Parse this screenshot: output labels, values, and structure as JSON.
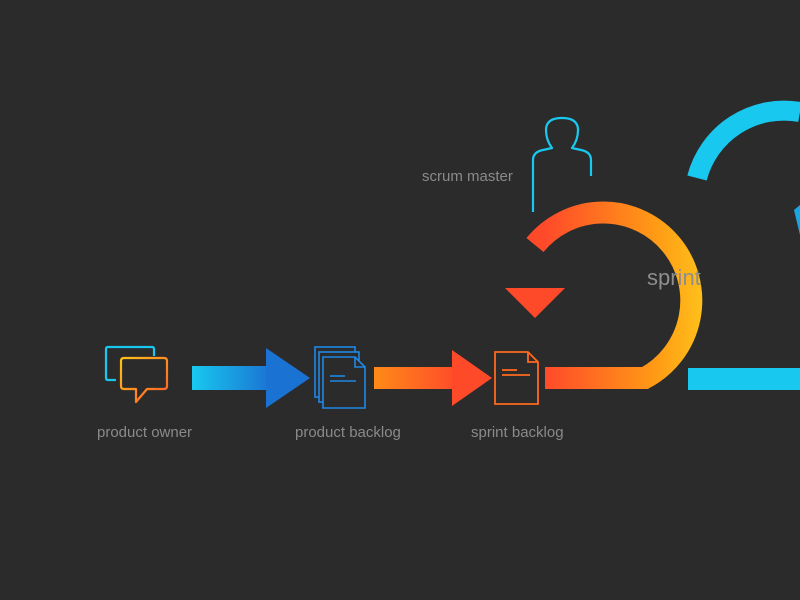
{
  "labels": {
    "product_owner": "product owner",
    "product_backlog": "product backlog",
    "sprint_backlog": "sprint backlog",
    "scrum_master": "scrum master",
    "sprint": "sprint"
  },
  "colors": {
    "background": "#2b2b2b",
    "label_gray": "#8a8a8a",
    "cyan": "#19c8ef",
    "blue": "#1a78d6",
    "orange_red": "#ff4a2a",
    "orange": "#ff8a18",
    "yellow": "#ffe01f"
  },
  "icons": {
    "product_owner": "chat-bubbles-icon",
    "product_backlog": "document-stack-icon",
    "sprint_backlog": "document-icon",
    "scrum_master": "person-outline-icon",
    "sprint": "circular-arrow-icon"
  }
}
